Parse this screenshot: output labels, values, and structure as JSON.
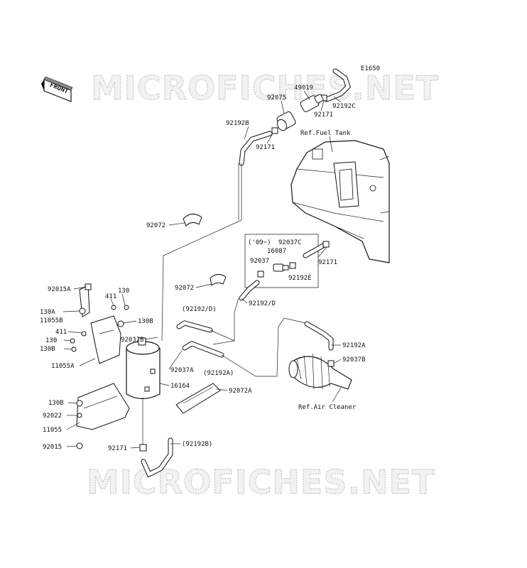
{
  "diagram": {
    "code": "E1650",
    "front_label": "FRONT",
    "watermark": "MICROFICHES.NET",
    "refs": {
      "fuel_tank": "Ref.Fuel Tank",
      "air_cleaner": "Ref.Air Cleaner"
    },
    "inset_label": "('09~)",
    "parts": {
      "p49019": "49019",
      "p92075": "92075",
      "p92171_a": "92171",
      "p92192C": "92192C",
      "p92192B": "92192B",
      "p92171_b": "92171",
      "p92072_a": "92072",
      "p92037C": "92037C",
      "p16087": "16087",
      "p92037": "92037",
      "p92192E": "92192E",
      "p92171_c": "92171",
      "p92072_b": "92072",
      "p92192D": "92192/D",
      "p92192D_paren": "(92192/D)",
      "p92015A": "92015A",
      "p411_a": "411",
      "p130_a": "130",
      "p130A": "130A",
      "p11055B": "11055B",
      "p130B_a": "130B",
      "p411_b": "411",
      "p130_b": "130",
      "p130B_b": "130B",
      "p92037B_a": "92037B",
      "p11055A": "11055A",
      "p92037A": "92037A",
      "p92192A_paren": "(92192A)",
      "p92192A": "92192A",
      "p92037B_b": "92037B",
      "p16164": "16164",
      "p92072A": "92072A",
      "p130B_c": "130B",
      "p92022": "92022",
      "p11055": "11055",
      "p92015": "92015",
      "p92171_d": "92171",
      "p92192B_paren": "(92192B)"
    }
  }
}
